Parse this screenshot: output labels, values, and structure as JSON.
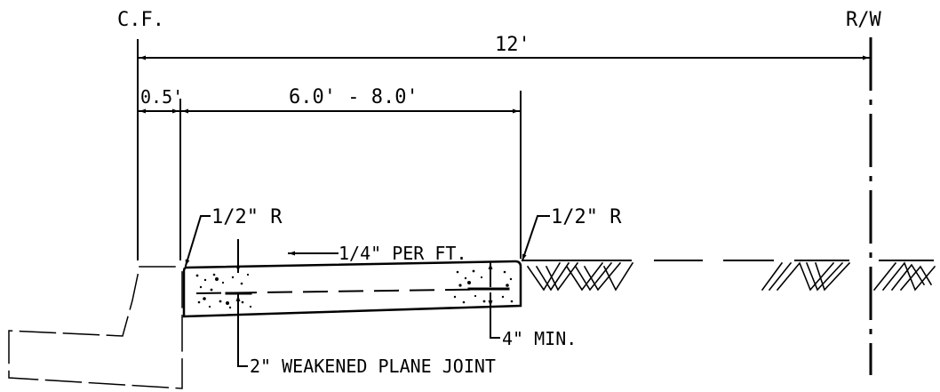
{
  "labels": {
    "curb_face": "C.F.",
    "right_of_way": "R/W",
    "total_width": "12'",
    "offset": "0.5'",
    "walk_width": "6.0' - 8.0'",
    "radius_left": "1/2\" R",
    "radius_right": "1/2\" R",
    "slope": "1/4\" PER FT.",
    "min_thickness": "4\" MIN.",
    "joint": "2\" WEAKENED PLANE JOINT"
  }
}
